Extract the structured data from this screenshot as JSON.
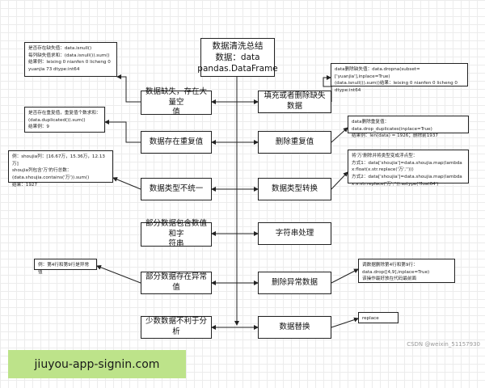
{
  "diagram": {
    "title": "数据清洗总结\n数据：data\npandas.DataFrame",
    "problems": [
      "数据缺失，存在大量空\n值",
      "数据存在重复值",
      "数据类型不统一",
      "部分数据包含数值和字\n符串",
      "部分数据存在异常值",
      "少数数据不利于分析"
    ],
    "solutions": [
      "填充或者删除缺失数据",
      "删除重复值",
      "数据类型转换",
      "字符串处理",
      "删除异常数据",
      "数据替换"
    ],
    "left_notes": [
      "是否存在缺失值：data.isnull()\n每列缺失值求和：(data.isnull()).sum()\n结果例：leixing 0 nianfen 0 licheng 0\nyuanjia 73 dtype:int64",
      "是否存在重复值，重复值个数求和：\n(data.duplicated()).sum()\n结果例：9",
      "例：shoujia列：[16.67万，15.36万，12.13万]\nshoujia列包含'万'的行总数：\n(data.shoujia.contains('万')).sum()\n结果：1927",
      "例：第4行和第9行是异常值"
    ],
    "right_notes": [
      "data删除缺失值：data.dropna(subset=['yuanjia'],inplace=True)\n(data.isnull()).sum()结果：leixing 0 nianfen 0 licheng 0\ndtype:int64",
      "data删除重复值：data.drop_duplicates(inplace=True)\n结果例：len(data) = 1926；删除前1937",
      "将'万'删除并将类型变成浮点型：\n方式1：data['shoujia']=data.shoujia.map(lambda\nx:float(x.str.replace('万','')))\n方式2：data['shoujia']=data.shoujia.map(lambda\nx:x.str.replace('万','')).astype('float64')",
      "调数据删除第4行和第9行：\ndata.drop([4,9],inplace=True)\n该操作最好放在代码最前面",
      "replace"
    ]
  },
  "watermark": "CSDN @weixin_51157930",
  "banner": {
    "text": "jiuyou-app-signin.com"
  }
}
